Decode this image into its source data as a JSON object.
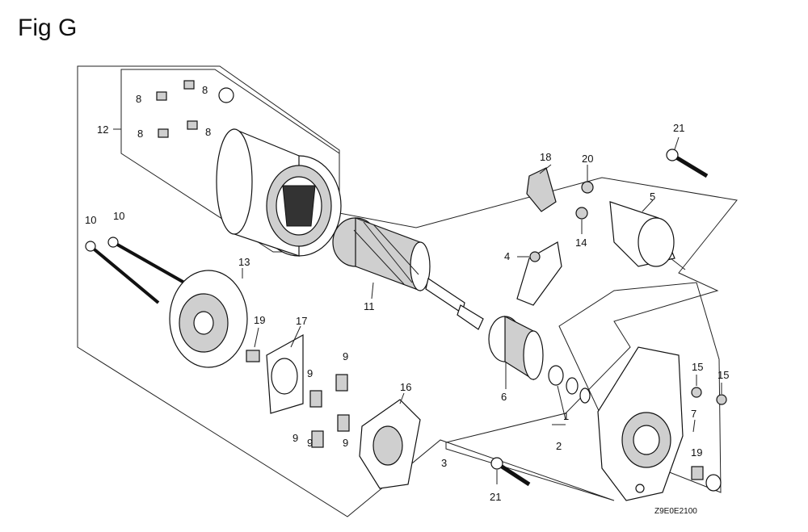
{
  "figure": {
    "title": "Fig G",
    "diagram_code": "Z9E0E2100"
  },
  "callouts": [
    {
      "id": "c1",
      "label": "1"
    },
    {
      "id": "c2",
      "label": "2"
    },
    {
      "id": "c3",
      "label": "3"
    },
    {
      "id": "c4",
      "label": "4"
    },
    {
      "id": "c5",
      "label": "5"
    },
    {
      "id": "c6",
      "label": "6"
    },
    {
      "id": "c7",
      "label": "7"
    },
    {
      "id": "c8a",
      "label": "8"
    },
    {
      "id": "c8b",
      "label": "8"
    },
    {
      "id": "c8c",
      "label": "8"
    },
    {
      "id": "c8d",
      "label": "8"
    },
    {
      "id": "c9a",
      "label": "9"
    },
    {
      "id": "c9b",
      "label": "9"
    },
    {
      "id": "c9c",
      "label": "9"
    },
    {
      "id": "c9d",
      "label": "9"
    },
    {
      "id": "c9e",
      "label": "9"
    },
    {
      "id": "c10a",
      "label": "10"
    },
    {
      "id": "c10b",
      "label": "10"
    },
    {
      "id": "c11",
      "label": "11"
    },
    {
      "id": "c12",
      "label": "12"
    },
    {
      "id": "c13",
      "label": "13"
    },
    {
      "id": "c14",
      "label": "14"
    },
    {
      "id": "c15a",
      "label": "15"
    },
    {
      "id": "c15b",
      "label": "15"
    },
    {
      "id": "c16",
      "label": "16"
    },
    {
      "id": "c17",
      "label": "17"
    },
    {
      "id": "c18",
      "label": "18"
    },
    {
      "id": "c19a",
      "label": "19"
    },
    {
      "id": "c19b",
      "label": "19"
    },
    {
      "id": "c20",
      "label": "20"
    },
    {
      "id": "c21a",
      "label": "21"
    },
    {
      "id": "c21b",
      "label": "21"
    }
  ]
}
